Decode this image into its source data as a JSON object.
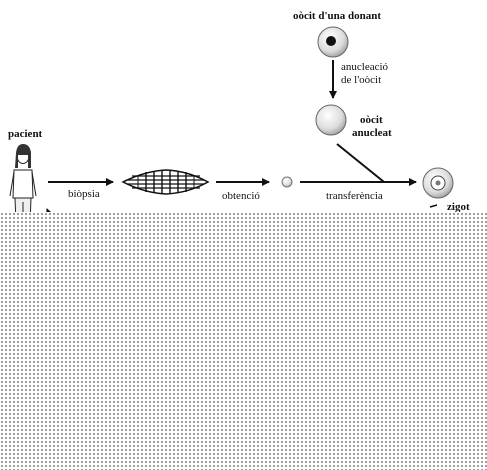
{
  "labels": {
    "donor": "oòcit d'una donant",
    "enucleation_line1": "anucleació",
    "enucleation_line2": "de l'oòcit",
    "enucleated_line1": "oòcit",
    "enucleated_line2": "anucleat",
    "patient": "pacient",
    "biopsy": "biòpsia",
    "obtain_line1": "obtenció",
    "transfer_line1": "transferència",
    "zygote": "zigot"
  },
  "colors": {
    "ink": "#111111",
    "mask_dot": "#6a6a6a"
  }
}
